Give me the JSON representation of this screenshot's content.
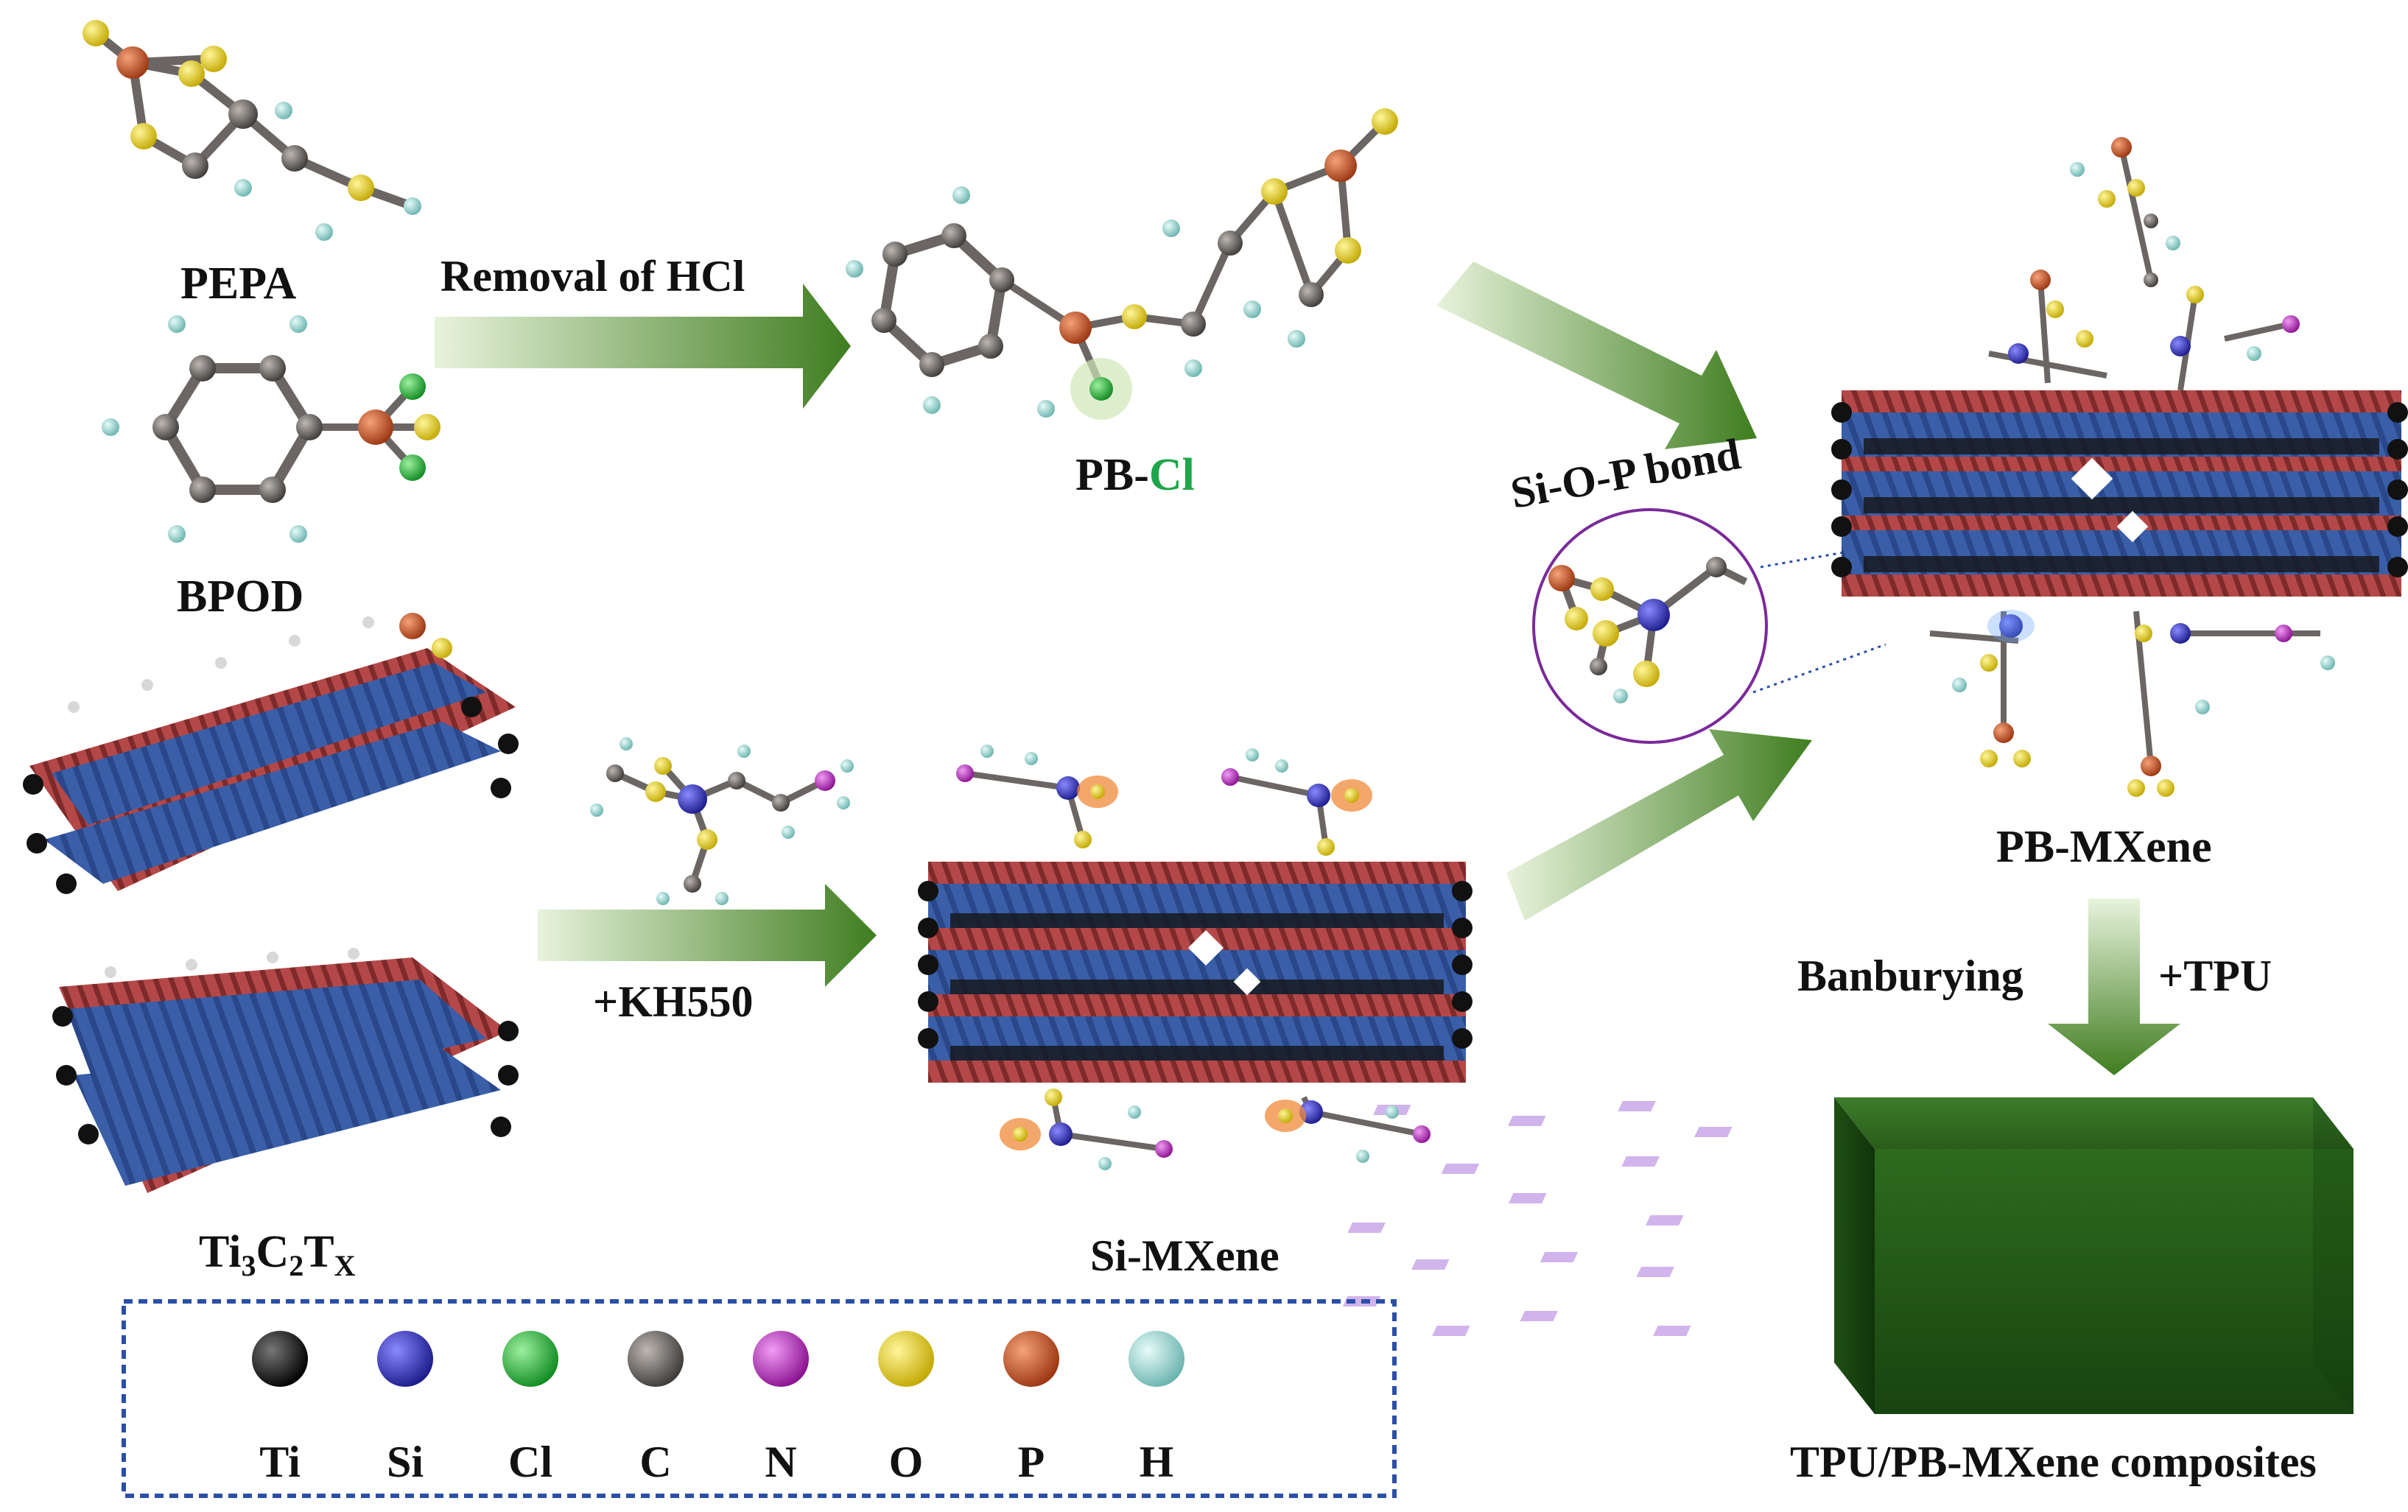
{
  "labels": {
    "pepa": "PEPA",
    "bpod": "BPOD",
    "removal": "Removal of HCl",
    "pb_cl_prefix": "PB-",
    "pb_cl_suffix": "Cl",
    "sio_bond": "Si-O-P bond",
    "pb_mxene": "PB-MXene",
    "banburying": "Banburying",
    "plus_tpu": "+TPU",
    "ti3c2tx_ti": "Ti",
    "ti3c2tx_3": "3",
    "ti3c2tx_c": "C",
    "ti3c2tx_2": "2",
    "ti3c2tx_t": "T",
    "ti3c2tx_x": "X",
    "kh550": "+KH550",
    "si_mxene": "Si-MXene",
    "composites": "TPU/PB-MXene composites"
  },
  "legend": [
    {
      "symbol": "Ti",
      "color": "#111111"
    },
    {
      "symbol": "Si",
      "color": "#2a2ab0"
    },
    {
      "symbol": "Cl",
      "color": "#1fb83a"
    },
    {
      "symbol": "C",
      "color": "#6b6663"
    },
    {
      "symbol": "N",
      "color": "#b020c0"
    },
    {
      "symbol": "O",
      "color": "#e6d31a"
    },
    {
      "symbol": "P",
      "color": "#c8501e"
    },
    {
      "symbol": "H",
      "color": "#9ad6d2"
    }
  ],
  "colors": {
    "arrow": "#4f8a2a",
    "titanium": "#111111",
    "carbon_layer": "#3a5fa8",
    "oxygen_layer": "#b44848",
    "tpu_block": "#2e6b1e",
    "legend_border": "#2b4fa8"
  }
}
